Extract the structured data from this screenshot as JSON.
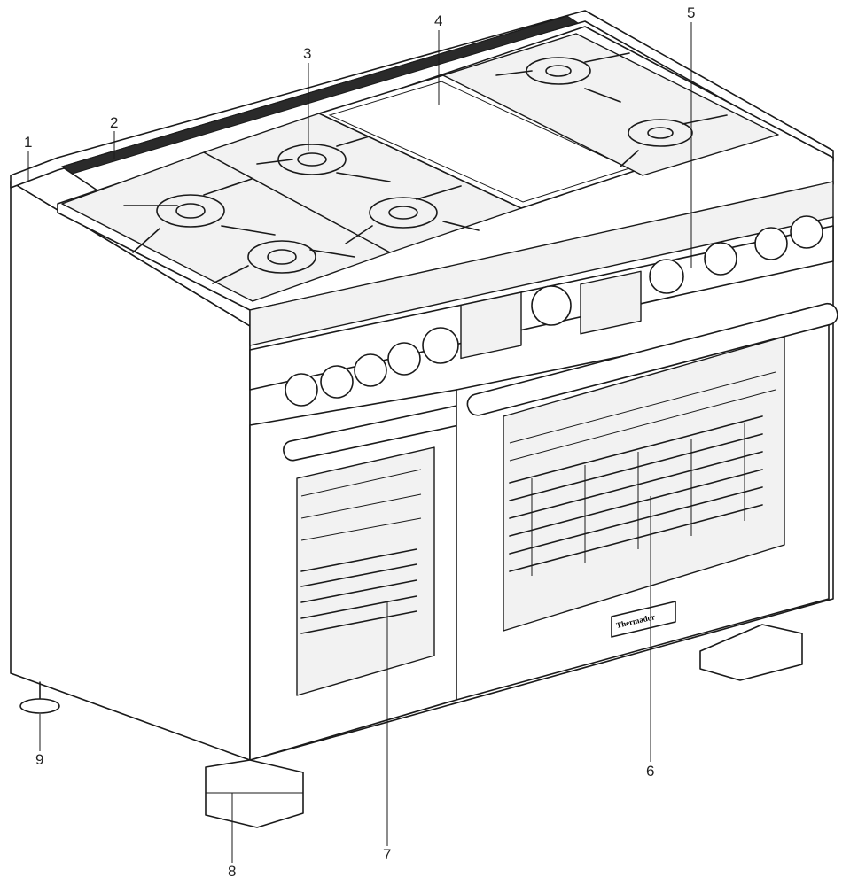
{
  "figure": {
    "subject": "dual-fuel range with cooktop and two ovens"
  },
  "callouts": [
    {
      "number": "1"
    },
    {
      "number": "2"
    },
    {
      "number": "3"
    },
    {
      "number": "4"
    },
    {
      "number": "5"
    },
    {
      "number": "6"
    },
    {
      "number": "7"
    },
    {
      "number": "8"
    },
    {
      "number": "9"
    }
  ],
  "brand_plate": {
    "text": "Thermador"
  },
  "colors": {
    "line": "#1a1a1a",
    "background": "#ffffff"
  }
}
